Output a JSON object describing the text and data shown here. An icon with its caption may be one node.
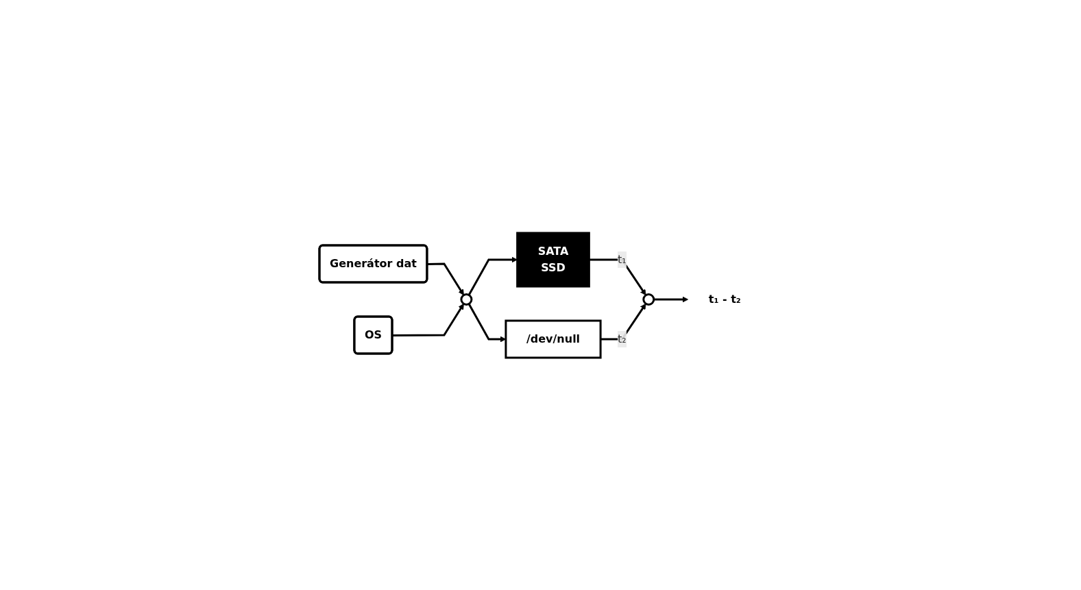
{
  "diagram": {
    "nodes": [
      {
        "text": [
          "OS"
        ]
      },
      {
        "text": [
          "Generátor dat"
        ]
      },
      {
        "text": [],
        "shape": "circle"
      },
      {
        "text": [
          "SATA",
          "SSD"
        ]
      },
      {
        "text": [
          "/dev/null"
        ]
      },
      {
        "text": [],
        "shape": "circle"
      },
      {
        "text": [
          "t₁ - t₂"
        ]
      }
    ],
    "edges": [
      {
        "from": 1,
        "to": 2,
        "arrow": "to"
      },
      {
        "from": 0,
        "to": 2,
        "arrow": "to"
      },
      {
        "from": 2,
        "to": 3,
        "arrow": "to"
      },
      {
        "from": 2,
        "to": 4,
        "arrow": "to"
      },
      {
        "from": 3,
        "to": 5,
        "arrow": "to",
        "label": "t₁"
      },
      {
        "from": 4,
        "to": 5,
        "arrow": "to",
        "label": "t₂"
      },
      {
        "from": 5,
        "to": 6,
        "arrow": "to"
      }
    ]
  }
}
